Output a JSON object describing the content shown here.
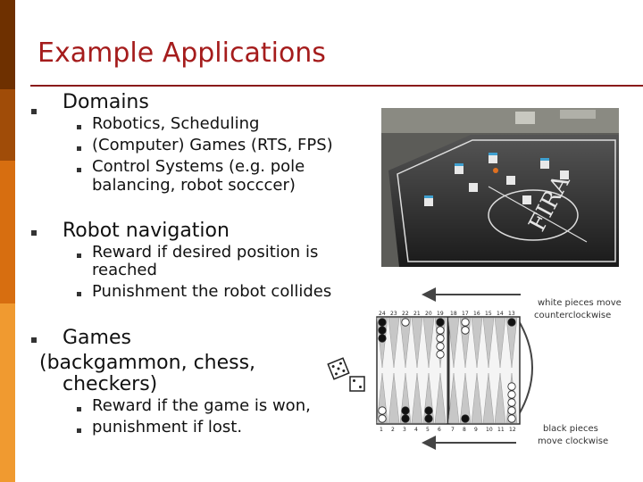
{
  "slide": {
    "title": "Example Applications",
    "bullets": [
      {
        "label": "Domains",
        "items": [
          "Robotics, Scheduling",
          "(Computer) Games (RTS, FPS)",
          "Control Systems (e.g. pole",
          "balancing, robot socccer)"
        ]
      },
      {
        "label": "Robot navigation",
        "items": [
          "Reward if desired position is",
          "reached",
          "Punishment the robot collides"
        ]
      },
      {
        "label_lines": [
          "Games",
          "(backgammon, chess,",
          "checkers)"
        ],
        "items": [
          "Reward if the game is won,",
          "punishment if lost."
        ]
      }
    ]
  },
  "photo": {
    "field_text": "FIRA"
  },
  "board": {
    "top_numbers": [
      "24",
      "23",
      "22",
      "21",
      "20",
      "19",
      "18",
      "17",
      "16",
      "15",
      "14",
      "13"
    ],
    "bottom_numbers": [
      "1",
      "2",
      "3",
      "4",
      "5",
      "6",
      "7",
      "8",
      "9",
      "10",
      "11",
      "12"
    ],
    "white_caption": [
      "white pieces move",
      "counterclockwise"
    ],
    "black_caption": [
      "black pieces",
      "move clockwise"
    ]
  },
  "colors": {
    "title": "#a51c1c",
    "rule": "#8a1a1a",
    "sidebar": [
      "#6e3000",
      "#a04c08",
      "#d76e10",
      "#f09a30"
    ]
  }
}
